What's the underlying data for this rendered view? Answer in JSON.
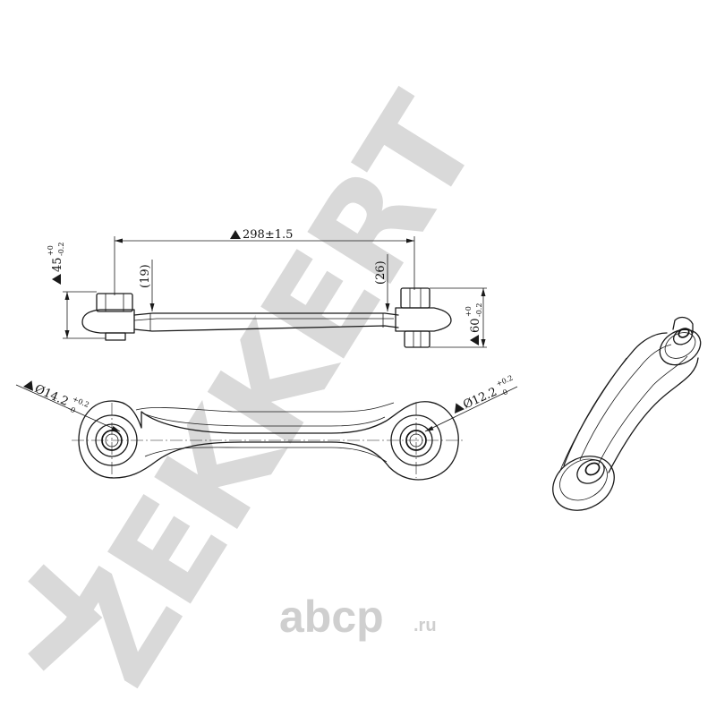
{
  "watermark": {
    "brand": "ZEKKERT",
    "site_name": "abcp",
    "site_tld": ".ru"
  },
  "dimensions": {
    "length": "298±1.5",
    "height_left": "45",
    "height_left_tol_upper": "+0",
    "height_left_tol_lower": "-0.2",
    "height_right": "60",
    "height_right_tol_upper": "+0",
    "height_right_tol_lower": "-0.2",
    "ref_left": "(19)",
    "ref_right": "(26)",
    "dia_left": "Ø14.2",
    "dia_left_tol_upper": "+0.2",
    "dia_left_tol_lower": "-0",
    "dia_right": "Ø12.2",
    "dia_right_tol_upper": "+0.2",
    "dia_right_tol_lower": "-0"
  }
}
